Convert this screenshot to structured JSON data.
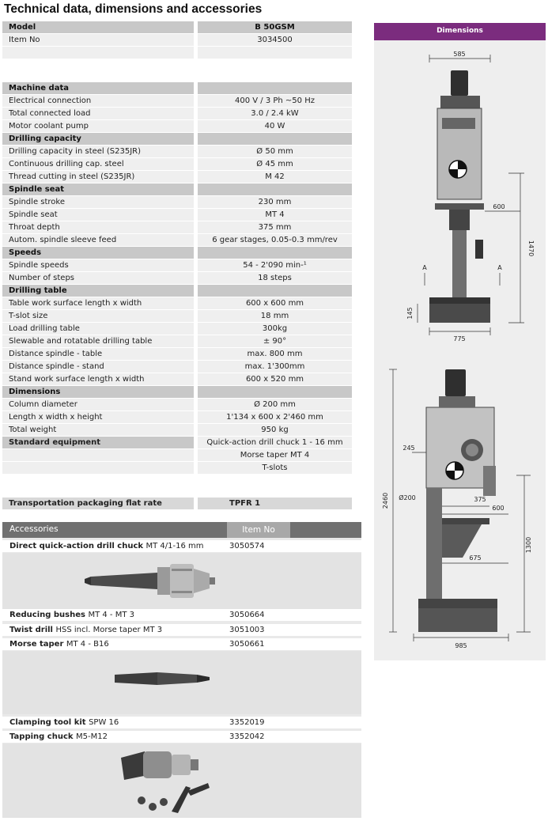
{
  "title": "Technical data, dimensions and accessories",
  "spec_rows": [
    {
      "type": "head",
      "label": "Model",
      "value": "B 50GSM"
    },
    {
      "type": "item",
      "label": "Item No",
      "value": "3034500"
    },
    {
      "type": "blank",
      "label": "",
      "value": ""
    },
    {
      "type": "gap",
      "label": "",
      "value": ""
    },
    {
      "type": "head",
      "label": "Machine data",
      "value": ""
    },
    {
      "type": "item",
      "label": "Electrical connection",
      "value": "400 V / 3 Ph ~50 Hz"
    },
    {
      "type": "item",
      "label": "Total connected load",
      "value": "3.0 / 2.4 kW"
    },
    {
      "type": "item",
      "label": "Motor coolant pump",
      "value": "40 W"
    },
    {
      "type": "head",
      "label": "Drilling capacity",
      "value": ""
    },
    {
      "type": "item",
      "label": "Drilling capacity in steel (S235JR)",
      "value": "Ø 50 mm"
    },
    {
      "type": "item",
      "label": "Continuous drilling cap. steel",
      "value": "Ø 45 mm"
    },
    {
      "type": "item",
      "label": "Thread cutting in steel (S235JR)",
      "value": "M 42"
    },
    {
      "type": "head",
      "label": "Spindle seat",
      "value": ""
    },
    {
      "type": "item",
      "label": "Spindle stroke",
      "value": "230 mm"
    },
    {
      "type": "item",
      "label": "Spindle seat",
      "value": "MT 4"
    },
    {
      "type": "item",
      "label": "Throat depth",
      "value": "375 mm"
    },
    {
      "type": "item",
      "label": "Autom. spindle sleeve feed",
      "value": "6 gear stages, 0.05-0.3 mm/rev"
    },
    {
      "type": "head",
      "label": "Speeds",
      "value": ""
    },
    {
      "type": "item",
      "label": "Spindle speeds",
      "value": "54 - 2'090 min-¹"
    },
    {
      "type": "item",
      "label": "Number of steps",
      "value": "18 steps"
    },
    {
      "type": "head",
      "label": "Drilling table",
      "value": ""
    },
    {
      "type": "item",
      "label": "Table work surface length x width",
      "value": "600 x 600 mm"
    },
    {
      "type": "item",
      "label": "T-slot size",
      "value": "18 mm"
    },
    {
      "type": "item",
      "label": "Load drilling table",
      "value": "300kg"
    },
    {
      "type": "item",
      "label": "Slewable and rotatable drilling table",
      "value": "± 90°"
    },
    {
      "type": "item",
      "label": "Distance spindle - table",
      "value": "max. 800 mm"
    },
    {
      "type": "item",
      "label": "Distance spindle - stand",
      "value": "max. 1'300mm"
    },
    {
      "type": "item",
      "label": "Stand work surface length x width",
      "value": "600 x 520 mm"
    },
    {
      "type": "head",
      "label": "Dimensions",
      "value": ""
    },
    {
      "type": "item",
      "label": "Column diameter",
      "value": "Ø 200 mm"
    },
    {
      "type": "item",
      "label": "Length x width x height",
      "value": "1'134 x 600 x 2'460 mm"
    },
    {
      "type": "item",
      "label": "Total weight",
      "value": "950 kg"
    },
    {
      "type": "head-item",
      "label": "Standard equipment",
      "value": "Quick-action drill chuck 1 - 16 mm"
    },
    {
      "type": "item",
      "label": "",
      "value": "Morse taper MT 4"
    },
    {
      "type": "item",
      "label": "",
      "value": "T-slots"
    },
    {
      "type": "gap",
      "label": "",
      "value": ""
    },
    {
      "type": "trans",
      "label": "Transportation packaging flat rate",
      "value": "TPFR 1"
    }
  ],
  "accessories": {
    "header_name": "Accessories",
    "header_no": "Item No",
    "items": [
      {
        "name": "Direct quick-action drill chuck",
        "sub": "MT 4/1-16 mm",
        "no": "3050574"
      },
      {
        "name": "Reducing bushes",
        "sub": "MT 4 - MT 3",
        "no": "3050664"
      },
      {
        "name": "Twist drill",
        "sub": "HSS incl. Morse taper MT 3",
        "no": "3051003"
      },
      {
        "name": "Morse taper",
        "sub": "MT 4 - B16",
        "no": "3050661"
      },
      {
        "name": "Clamping tool kit",
        "sub": "SPW 16",
        "no": "3352019"
      },
      {
        "name": "Tapping chuck",
        "sub": "M5-M12",
        "no": "3352042"
      }
    ]
  },
  "dimensions": {
    "header": "Dimensions",
    "front": {
      "width": "585",
      "table": "600",
      "height": "1470",
      "base": "145",
      "depth": "775",
      "section": "A"
    },
    "side": {
      "height": "2460",
      "offset": "245",
      "column": "Ø200",
      "throat": "375",
      "table": "600",
      "table_height": "1300",
      "reach": "675",
      "depth": "985"
    }
  }
}
